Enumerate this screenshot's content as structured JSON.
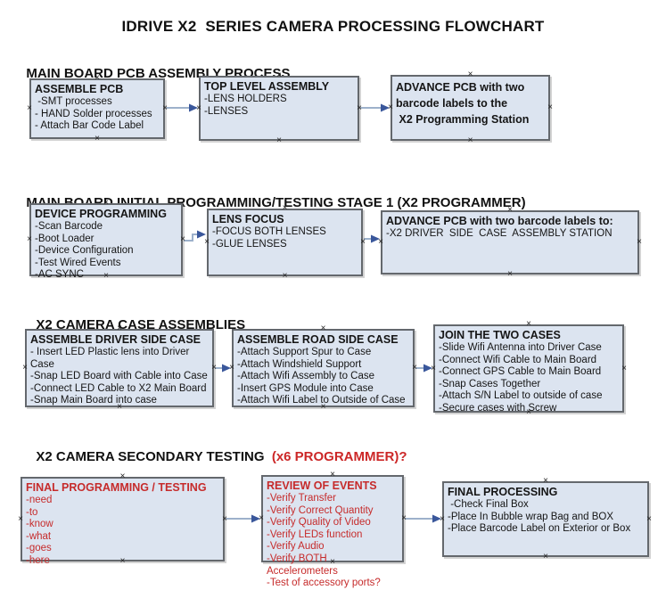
{
  "title": "IDRIVE X2  SERIES CAMERA PROCESSING FLOWCHART",
  "palette": {
    "box_fill": "#dce4f0",
    "box_border": "#64686d",
    "arrow_line": "#9db1cb",
    "arrow_head": "#3a579b",
    "red_text": "#c62b2b",
    "black_text": "#111111"
  },
  "sections": [
    {
      "header": {
        "text": "MAIN BOARD PCB ASSEMBLY PROCESS"
      },
      "boxes": [
        {
          "title_lines": [
            "ASSEMBLE PCB"
          ],
          "lines": [
            " -SMT processes",
            "- HAND Solder processes",
            "- Attach Bar Code Label"
          ]
        },
        {
          "title_lines": [
            "TOP LEVEL ASSEMBLY"
          ],
          "lines": [
            "-LENS HOLDERS",
            "-LENSES"
          ]
        },
        {
          "title_lines": [
            "ADVANCE PCB with two",
            "barcode labels to the",
            " X2 Programming Station"
          ],
          "lines": []
        }
      ]
    },
    {
      "header": {
        "text": "MAIN BOARD INITIAL PROGRAMMING/TESTING STAGE 1 (X2 PROGRAMMER)"
      },
      "boxes": [
        {
          "title_lines": [
            "DEVICE PROGRAMMING"
          ],
          "lines": [
            "-Scan Barcode",
            "-Boot Loader",
            "-Device Configuration",
            "-Test Wired Events",
            "-AC SYNC"
          ]
        },
        {
          "title_lines": [
            "LENS FOCUS"
          ],
          "lines": [
            "-FOCUS BOTH LENSES",
            "-GLUE LENSES"
          ]
        },
        {
          "title_lines": [
            "ADVANCE PCB with two barcode labels to:"
          ],
          "lines": [
            "-X2 DRIVER  SIDE  CASE  ASSEMBLY STATION"
          ]
        }
      ]
    },
    {
      "header": {
        "text": "X2 CAMERA CASE ASSEMBLIES"
      },
      "boxes": [
        {
          "title_lines": [
            "ASSEMBLE DRIVER SIDE CASE"
          ],
          "lines": [
            "- Insert LED Plastic lens into Driver Case",
            "-Snap LED Board with Cable into Case",
            "-Connect LED Cable to X2 Main Board",
            "-Snap Main Board into case"
          ]
        },
        {
          "title_lines": [
            "ASSEMBLE ROAD SIDE CASE"
          ],
          "lines": [
            "-Attach Support Spur to Case",
            "-Attach Windshield Support",
            "-Attach Wifi Assembly to Case",
            "-Insert GPS Module into Case",
            "-Attach Wifi Label to Outside of Case"
          ]
        },
        {
          "title_lines": [
            "JOIN THE TWO CASES"
          ],
          "lines": [
            "-Slide Wifi Antenna into Driver Case",
            "-Connect Wifi Cable to Main Board",
            "-Connect GPS Cable to Main Board",
            "-Snap Cases Together",
            "-Attach S/N Label to outside of case",
            "-Secure cases with Screw"
          ]
        }
      ]
    },
    {
      "header": {
        "text": "X2 CAMERA SECONDARY TESTING  ",
        "text_red": "(x6 PROGRAMMER)?"
      },
      "boxes": [
        {
          "title_lines": [
            "FINAL PROGRAMMING / TESTING"
          ],
          "lines": [
            "-need",
            "-to",
            "-know",
            "-what",
            "-goes",
            "-here"
          ]
        },
        {
          "title_lines": [
            "REVIEW OF EVENTS"
          ],
          "lines": [
            "-Verify Transfer",
            "-Verify Correct Quantity",
            "-Verify Quality of Video",
            "-Verify LEDs function",
            "-Verify Audio",
            "-Verify BOTH Accelerometers",
            "-Test of accessory ports?"
          ]
        },
        {
          "title_lines": [
            "FINAL PROCESSING"
          ],
          "lines": [
            " -Check Final Box",
            "-Place In Bubble wrap Bag and BOX",
            "-Place Barcode Label on Exterior or Box"
          ]
        }
      ]
    }
  ]
}
